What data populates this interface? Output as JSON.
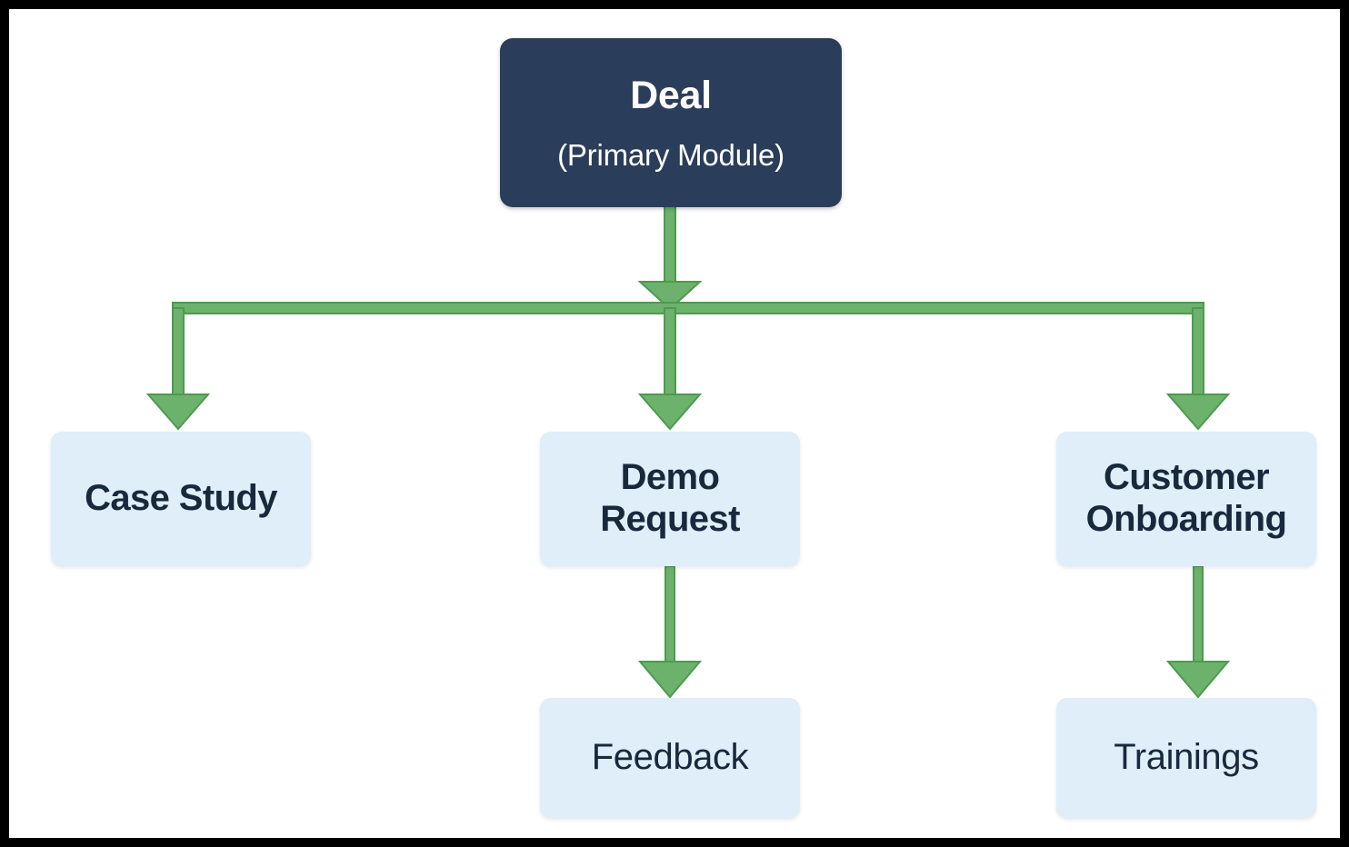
{
  "diagram": {
    "type": "hierarchy-flowchart",
    "orientation": "top-down",
    "background_color": "#ffffff",
    "frame_color": "#000000",
    "colors": {
      "root_fill": "#2a3e5b",
      "root_text": "#ffffff",
      "child_fill": "#dfeef8",
      "child_text": "#19293d",
      "connector_fill": "#6cb26c",
      "connector_stroke": "#4e9a4e"
    },
    "root": {
      "id": "deal",
      "title": "Deal",
      "subtitle": "(Primary Module)"
    },
    "children": [
      {
        "id": "case-study",
        "label": "Case Study"
      },
      {
        "id": "demo-request",
        "label": "Demo\nRequest"
      },
      {
        "id": "customer-onboarding",
        "label": "Customer\nOnboarding"
      }
    ],
    "leaves": [
      {
        "id": "feedback",
        "label": "Feedback",
        "parent": "demo-request"
      },
      {
        "id": "trainings",
        "label": "Trainings",
        "parent": "customer-onboarding"
      }
    ],
    "edges": [
      {
        "from": "deal",
        "to": "case-study"
      },
      {
        "from": "deal",
        "to": "demo-request"
      },
      {
        "from": "deal",
        "to": "customer-onboarding"
      },
      {
        "from": "demo-request",
        "to": "feedback"
      },
      {
        "from": "customer-onboarding",
        "to": "trainings"
      }
    ]
  }
}
